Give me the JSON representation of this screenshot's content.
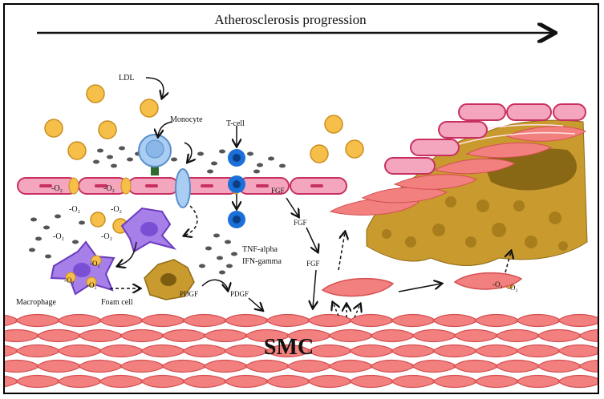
{
  "title": "Atherosclerosis progression",
  "labels": {
    "ldl": "LDL",
    "monocyte": "Monocyte",
    "tcell": "T-cell",
    "o2": "-O₂",
    "macrophage": "Macrophage",
    "foam_cell": "Foam cell",
    "pdgf": "PDGF",
    "fgf": "FGF",
    "tnf": "TNF-alpha",
    "ifn": "IFN-gamma",
    "smc": "SMC"
  },
  "colors": {
    "endothelium_fill": "#f4a6bf",
    "endothelium_stroke": "#c7305f",
    "smc_fill": "#f2807e",
    "smc_stroke": "#d44f52",
    "ldl": "#f6bf4a",
    "monocyte": "#a9cdf3",
    "tcell": "#1b6fd8",
    "macrophage": "#a77fe8",
    "plaque": "#c99a2e",
    "core": "#7d5e10"
  }
}
